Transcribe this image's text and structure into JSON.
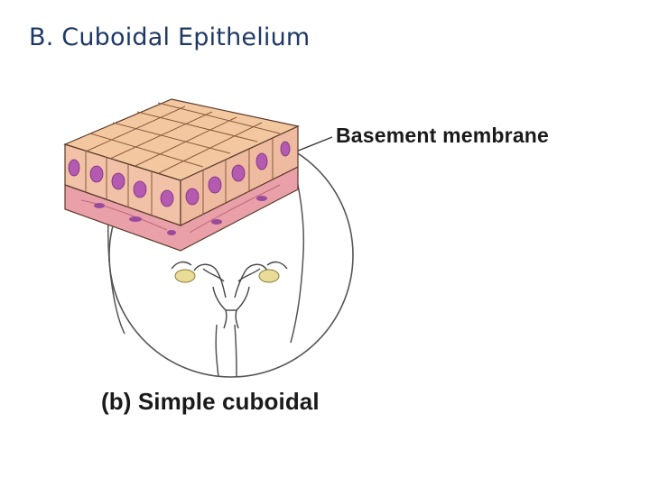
{
  "slide": {
    "title": "B. Cuboidal Epithelium"
  },
  "figure": {
    "label_basement_membrane": "Basement membrane",
    "caption": "(b) Simple cuboidal"
  },
  "colors": {
    "title": "#1f3864",
    "cell_top": "#f3c8a0",
    "cell_side": "#f1c2a8",
    "nucleus": "#b45ab0",
    "connective": "#e8a0a8",
    "outline": "#333333",
    "ovary": "#e8dc98"
  },
  "icons": [
    "cuboidal-tissue-block",
    "magnifier-circle",
    "body-silhouette",
    "female-reproductive-organs"
  ]
}
